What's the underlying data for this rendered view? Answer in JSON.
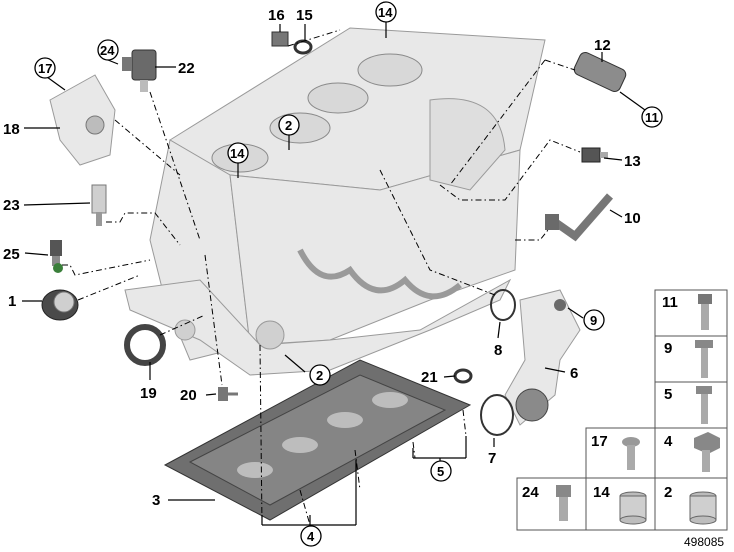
{
  "callouts": {
    "c1": "1",
    "c2a": "2",
    "c2b": "2",
    "c3": "3",
    "c4": "4",
    "c5": "5",
    "c6": "6",
    "c7": "7",
    "c8": "8",
    "c9": "9",
    "c10": "10",
    "c11": "11",
    "c12": "12",
    "c13": "13",
    "c14a": "14",
    "c14b": "14",
    "c15": "15",
    "c16": "16",
    "c17": "17",
    "c18": "18",
    "c19": "19",
    "c20": "20",
    "c21": "21",
    "c22": "22",
    "c23": "23",
    "c24": "24",
    "c25": "25"
  },
  "legend_grid": {
    "r1": "11",
    "r2": "9",
    "r3": "5",
    "r4a": "17",
    "r4b": "4",
    "r5a": "24",
    "r5b": "14",
    "r5c": "2"
  },
  "diagram_id": "498085"
}
